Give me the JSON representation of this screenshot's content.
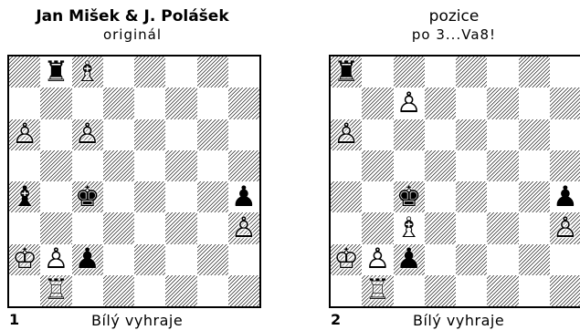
{
  "diagrams": [
    {
      "title": "Jan Mišek & J. Polášek",
      "subtitle": "originál",
      "number": "1",
      "result": "Bílý vyhraje",
      "pieces": [
        {
          "square": "b8",
          "color": "black",
          "type": "rook",
          "glyph": "♜",
          "icon": "black-rook-icon"
        },
        {
          "square": "c8",
          "color": "white",
          "type": "bishop",
          "glyph": "♗",
          "icon": "white-bishop-icon"
        },
        {
          "square": "a6",
          "color": "white",
          "type": "pawn",
          "glyph": "♙",
          "icon": "white-pawn-icon"
        },
        {
          "square": "c6",
          "color": "white",
          "type": "pawn",
          "glyph": "♙",
          "icon": "white-pawn-icon"
        },
        {
          "square": "a4",
          "color": "black",
          "type": "bishop",
          "glyph": "♝",
          "icon": "black-bishop-icon"
        },
        {
          "square": "c4",
          "color": "black",
          "type": "king",
          "glyph": "♚",
          "icon": "black-king-icon"
        },
        {
          "square": "h4",
          "color": "black",
          "type": "pawn",
          "glyph": "♟",
          "icon": "black-pawn-icon"
        },
        {
          "square": "h3",
          "color": "white",
          "type": "pawn",
          "glyph": "♙",
          "icon": "white-pawn-icon"
        },
        {
          "square": "a2",
          "color": "white",
          "type": "king",
          "glyph": "♔",
          "icon": "white-king-icon"
        },
        {
          "square": "b2",
          "color": "white",
          "type": "pawn",
          "glyph": "♙",
          "icon": "white-pawn-icon"
        },
        {
          "square": "c2",
          "color": "black",
          "type": "pawn",
          "glyph": "♟",
          "icon": "black-pawn-icon"
        },
        {
          "square": "b1",
          "color": "white",
          "type": "rook",
          "glyph": "♖",
          "icon": "white-rook-icon"
        }
      ]
    },
    {
      "title": "pozice",
      "subtitle": "po 3...Va8!",
      "number": "2",
      "result": "Bílý vyhraje",
      "pieces": [
        {
          "square": "a8",
          "color": "black",
          "type": "rook",
          "glyph": "♜",
          "icon": "black-rook-icon"
        },
        {
          "square": "c7",
          "color": "white",
          "type": "pawn",
          "glyph": "♙",
          "icon": "white-pawn-icon"
        },
        {
          "square": "a6",
          "color": "white",
          "type": "pawn",
          "glyph": "♙",
          "icon": "white-pawn-icon"
        },
        {
          "square": "c4",
          "color": "black",
          "type": "king",
          "glyph": "♚",
          "icon": "black-king-icon"
        },
        {
          "square": "h4",
          "color": "black",
          "type": "pawn",
          "glyph": "♟",
          "icon": "black-pawn-icon"
        },
        {
          "square": "c3",
          "color": "white",
          "type": "bishop",
          "glyph": "♗",
          "icon": "white-bishop-icon"
        },
        {
          "square": "h3",
          "color": "white",
          "type": "pawn",
          "glyph": "♙",
          "icon": "white-pawn-icon"
        },
        {
          "square": "a2",
          "color": "white",
          "type": "king",
          "glyph": "♔",
          "icon": "white-king-icon"
        },
        {
          "square": "b2",
          "color": "white",
          "type": "pawn",
          "glyph": "♙",
          "icon": "white-pawn-icon"
        },
        {
          "square": "c2",
          "color": "black",
          "type": "pawn",
          "glyph": "♟",
          "icon": "black-pawn-icon"
        },
        {
          "square": "b1",
          "color": "white",
          "type": "rook",
          "glyph": "♖",
          "icon": "white-rook-icon"
        }
      ]
    }
  ]
}
